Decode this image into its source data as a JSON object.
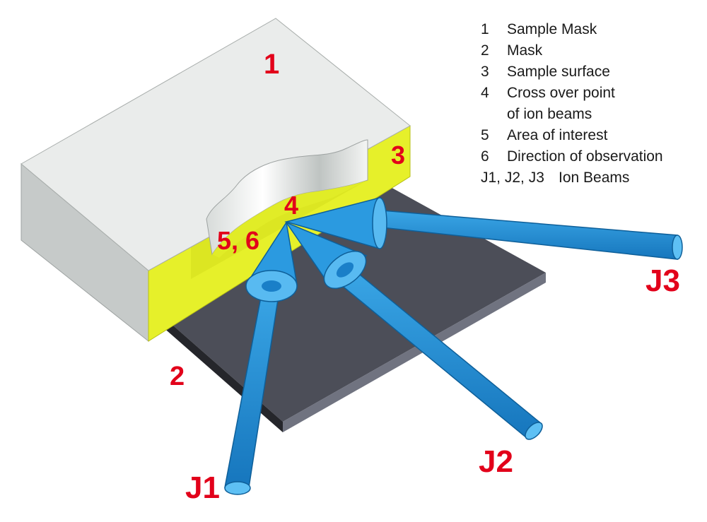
{
  "labels": {
    "mask_sample": "1",
    "mask": "2",
    "sample_surface": "3",
    "crossover": "4",
    "area_direction": "5, 6",
    "j1": "J1",
    "j2": "J2",
    "j3": "J3"
  },
  "legend": [
    {
      "num": "1",
      "text": "Sample Mask"
    },
    {
      "num": "2",
      "text": "Mask"
    },
    {
      "num": "3",
      "text": "Sample surface"
    },
    {
      "num": "4",
      "text": "Cross over point"
    },
    {
      "num": "",
      "text": "of ion beams"
    },
    {
      "num": "5",
      "text": "Area of interest"
    },
    {
      "num": "6",
      "text": "Direction of observation"
    }
  ],
  "legend_beams": {
    "num": "J1, J2, J3",
    "text": "Ion Beams"
  },
  "colors": {
    "label": "#e2001a",
    "beam": "#1f8fd6",
    "sample_top": "#eaeceb",
    "mask_top": "#4c4e58",
    "surface": "#e6f02a"
  }
}
